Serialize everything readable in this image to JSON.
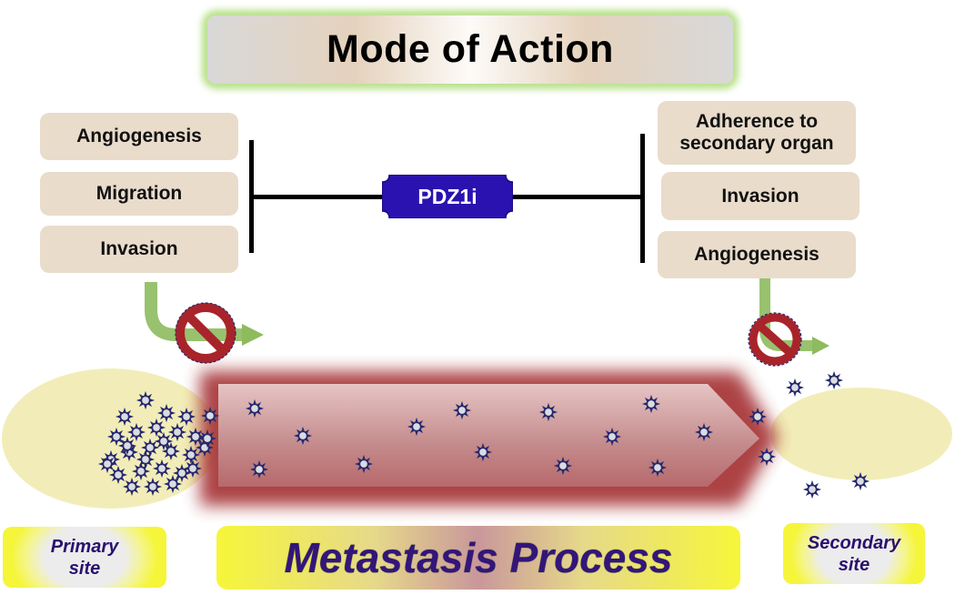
{
  "title": "Mode of Action",
  "inhibitor": {
    "label": "PDZ1i",
    "color": "#2a12b0"
  },
  "primary_processes": [
    "Angiogenesis",
    "Migration",
    "Invasion"
  ],
  "secondary_processes": [
    "Adherence to secondary organ",
    "Invasion",
    "Angiogenesis"
  ],
  "secondary_processes_display": {
    "adherence_line1": "Adherence to",
    "adherence_line2": "secondary organ"
  },
  "bottom_labels": {
    "primary_site_line1": "Primary",
    "primary_site_line2": "site",
    "process": "Metastasis Process",
    "secondary_site_line1": "Secondary",
    "secondary_site_line2": "site"
  },
  "icons": {
    "blocked_primary": "prohibition-icon",
    "blocked_secondary": "prohibition-icon",
    "cell": "tumor-cell-icon"
  },
  "colors": {
    "process_box": "#e9dccb",
    "title_glow": "#b8e08a",
    "site_fill": "#f2edb8",
    "vessel": "#b24a4c",
    "prohibition": "#a8242a",
    "arrow": "#8dbb5e",
    "cell": "#262a6e"
  }
}
